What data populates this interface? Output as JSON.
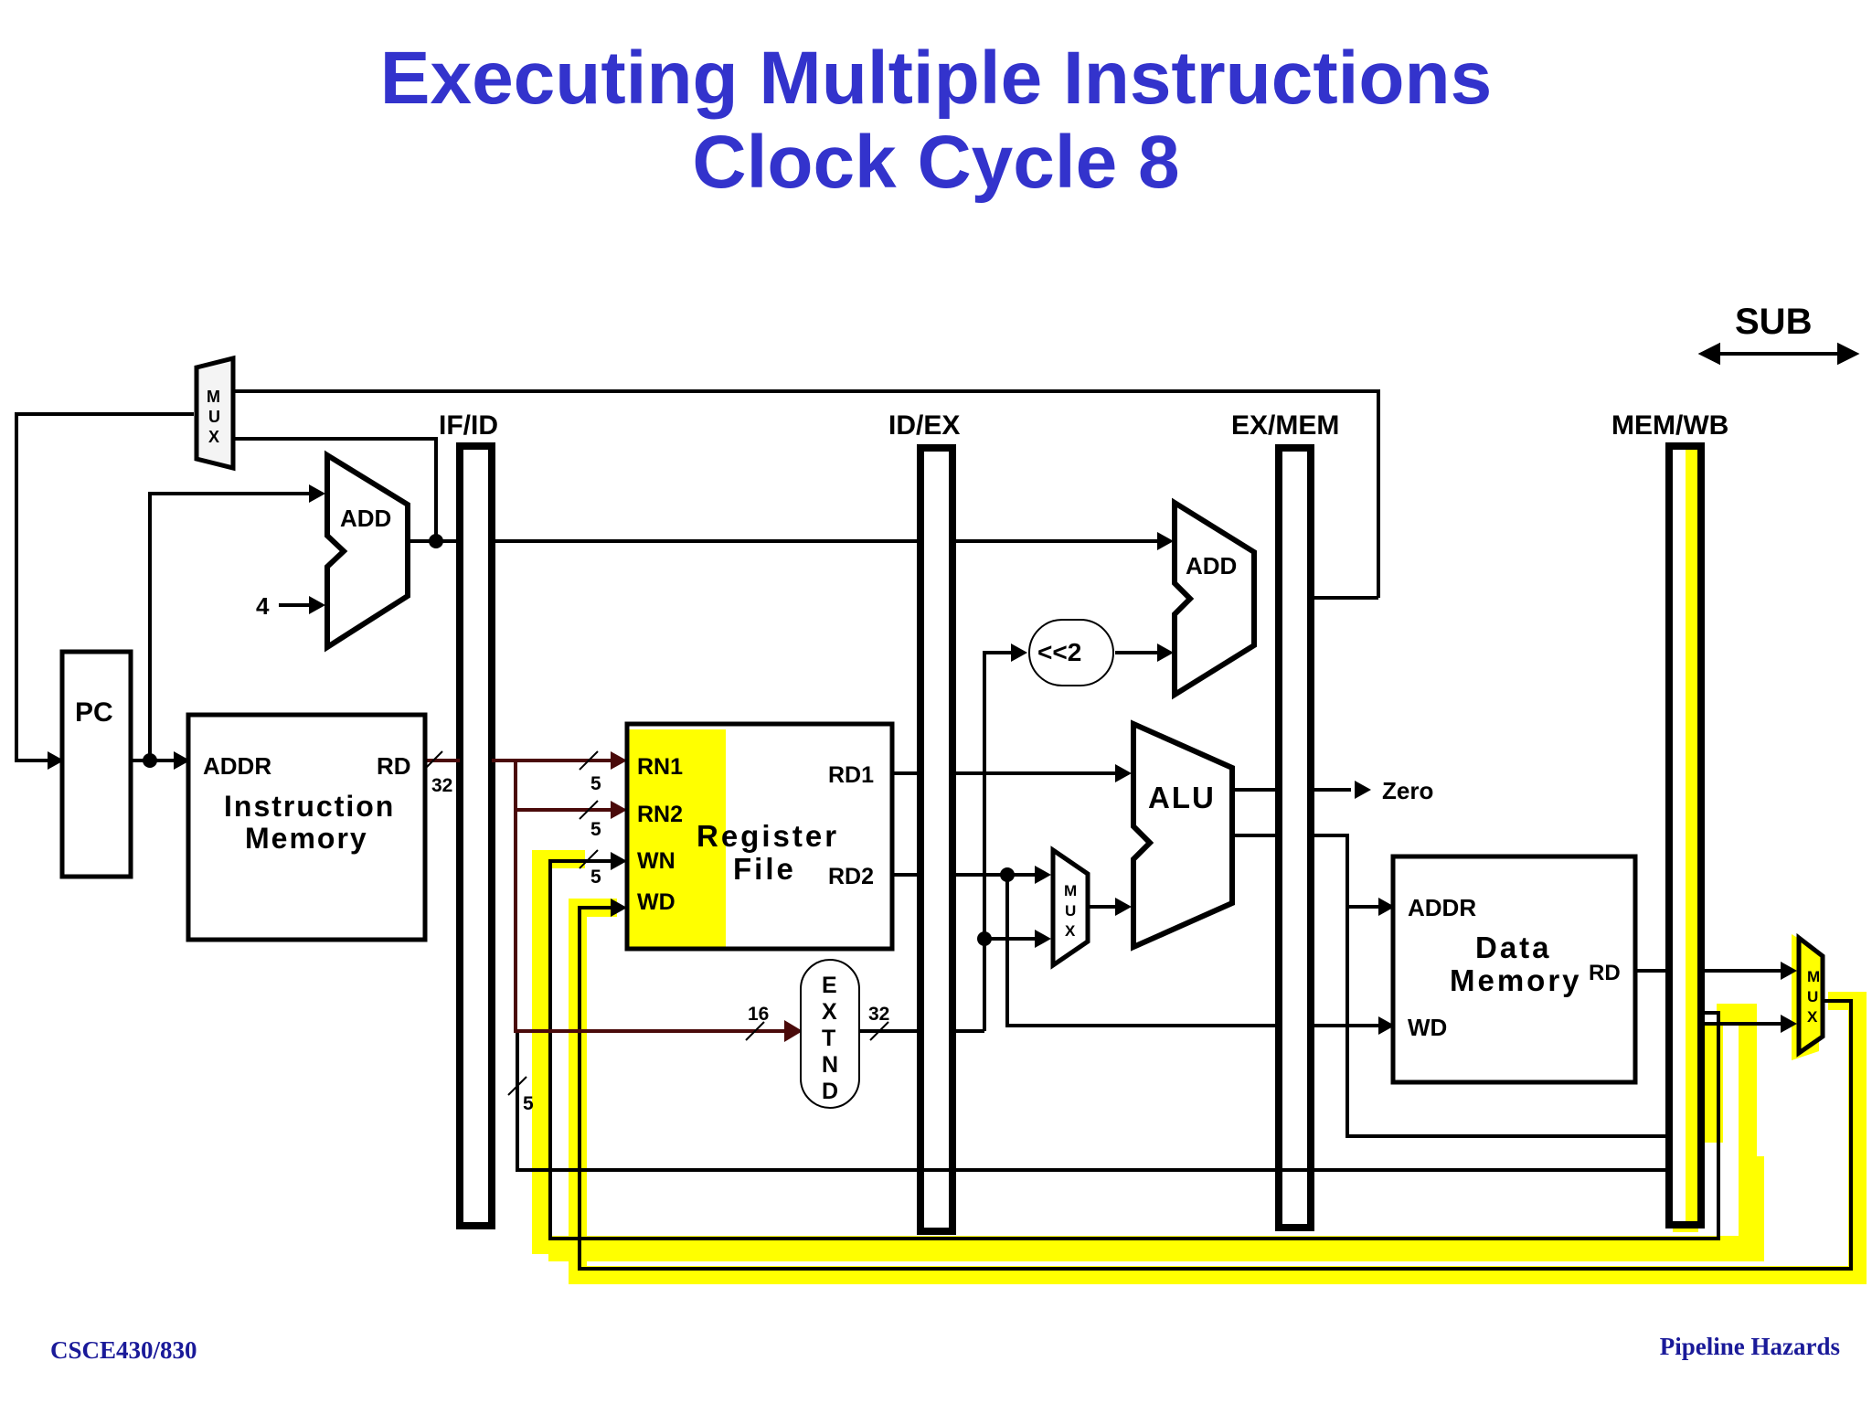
{
  "title": {
    "line1": "Executing Multiple Instructions",
    "line2": "Clock Cycle 8"
  },
  "footer": {
    "left": "CSCE430/830",
    "right": "Pipeline Hazards"
  },
  "instruction_indicator": "SUB",
  "pipeline_registers": [
    "IF/ID",
    "ID/EX",
    "EX/MEM",
    "MEM/WB"
  ],
  "components": {
    "pc": "PC",
    "pc_adder": "ADD",
    "constant_four": "4",
    "instruction_memory": {
      "addr": "ADDR",
      "rd": "RD",
      "label_line1": "Instruction",
      "label_line2": "Memory"
    },
    "register_file": {
      "rn1": "RN1",
      "rn2": "RN2",
      "wn": "WN",
      "wd": "WD",
      "rd1": "RD1",
      "rd2": "RD2",
      "label_line1": "Register",
      "label_line2": "File"
    },
    "branch_adder": "ADD",
    "shift_left": "<<2",
    "alu": "ALU",
    "zero": "Zero",
    "sign_extend": [
      "E",
      "X",
      "T",
      "N",
      "D"
    ],
    "mux_letters": [
      "M",
      "U",
      "X"
    ],
    "data_memory": {
      "addr": "ADDR",
      "wd": "WD",
      "rd": "RD",
      "label_line1": "Data",
      "label_line2": "Memory"
    }
  },
  "bus_widths": {
    "instruction": "32",
    "rn1": "5",
    "rn2": "5",
    "wn": "5",
    "imm_in": "16",
    "imm_out": "32",
    "rt_to_idex": "5"
  },
  "colors": {
    "title": "#3333cc",
    "footer": "#1a1a99",
    "highlight": "#ffff00",
    "wire": "#000000",
    "decode_wire": "#4a0a0a"
  }
}
